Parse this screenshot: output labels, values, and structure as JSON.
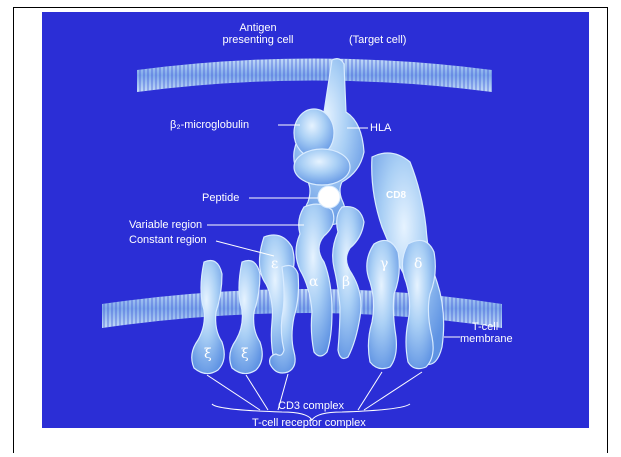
{
  "labels": {
    "antigen_presenting_cell": "Antigen\npresenting cell",
    "target_cell": "(Target cell)",
    "b2_microglobulin": "β₂-microglobulin",
    "hla": "HLA",
    "peptide": "Peptide",
    "cd8": "CD8",
    "variable_region": "Variable region",
    "constant_region": "Constant region",
    "t_cell_membrane": "T-cell\nmembrane",
    "cd3_complex": "CD3 complex",
    "tcr_complex": "T-cell receptor complex"
  },
  "chains": {
    "zeta1": "ξ",
    "zeta2": "ξ",
    "epsilon": "ε",
    "alpha": "α",
    "beta": "β",
    "gamma": "γ",
    "delta": "δ"
  },
  "colors": {
    "background": "#2b2ed6",
    "membrane": "#8fb8f0",
    "molecule": "#a9cff5",
    "text": "#ffffff"
  }
}
